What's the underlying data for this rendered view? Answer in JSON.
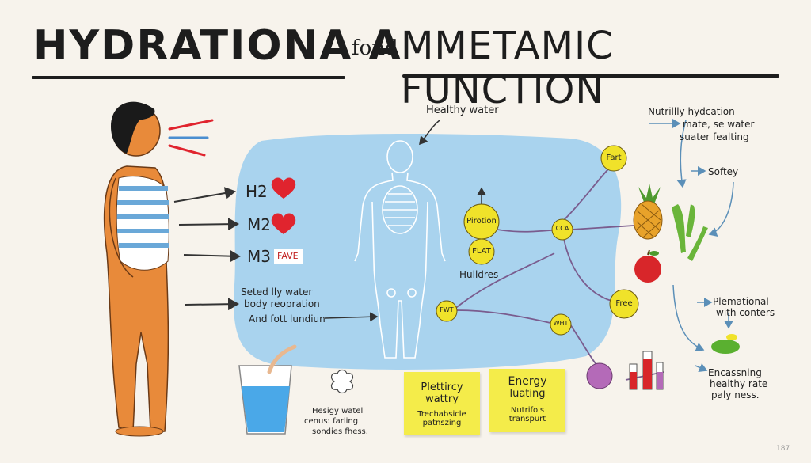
{
  "title": {
    "part1": "HYDRATIONA A",
    "part2": "fond",
    "part3": "MMETAMIC FUNCTION"
  },
  "pool_labels": {
    "h2": "H2",
    "m2": "M2",
    "m3": "M3",
    "m3_badge": "FAVE"
  },
  "pool_text": {
    "line1": "Seted lly water",
    "line2": "body reopration",
    "line3": "And fott lundiun"
  },
  "healthy_water": "Healthy water",
  "huldres": "Hulldres",
  "nodes": {
    "pirotion": "Pirotion",
    "flat": "FLAT",
    "cca": "CCA",
    "fart": "Fart",
    "free": "Free",
    "fwt": "FWT",
    "wht": "WHT"
  },
  "right_notes": {
    "top_line1": "Nutrillly hydcation",
    "top_line2": "mate, se water",
    "top_line3": "suater fealting",
    "softey": "Softey",
    "plemational_line1": "Plemational",
    "plemational_line2": "with conters",
    "encassning_line1": "Encassning",
    "encassning_line2": "healthy rate",
    "encassning_line3": "paly ness."
  },
  "bottom_left_note": {
    "line1": "Hesigy watel",
    "line2": "cenus: farling",
    "line3": "sondies fhess."
  },
  "sticky_notes": [
    {
      "title_line1": "Plettircy",
      "title_line2": "wattry",
      "sub_line1": "Trechabsicle",
      "sub_line2": "patnszing"
    },
    {
      "title_line1": "Energy",
      "title_line2": "luating",
      "sub_line1": "Nutrifols",
      "sub_line2": "transpurt"
    }
  ],
  "corner_mark": "187",
  "colors": {
    "pool": "#a9d3ee",
    "node_yellow": "#f0e22a",
    "sticky_yellow": "#f4ec4a",
    "skin": "#e88a3a",
    "heart_red": "#e0242e",
    "arrow_purple": "#7a5c8e",
    "plant_green": "#6ab53a"
  },
  "icons": [
    "sound-waves-icon",
    "heart-icon",
    "pineapple-icon",
    "apple-icon",
    "asparagus-icon",
    "beaker-icon",
    "sponge-icon",
    "glass-icon",
    "bone-icon"
  ]
}
